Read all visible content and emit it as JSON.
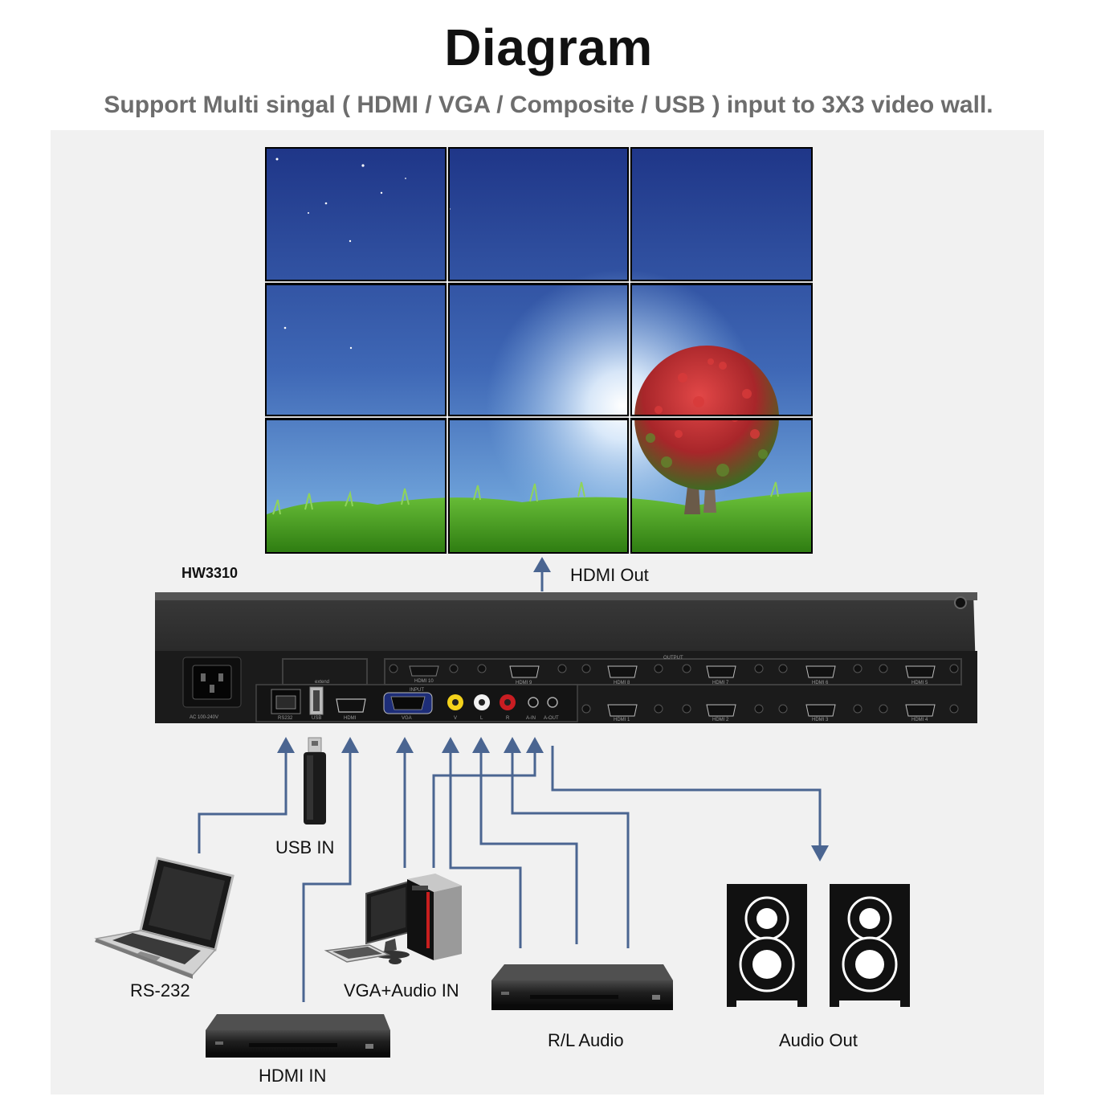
{
  "title": "Diagram",
  "subtitle": "Support Multi singal ( HDMI / VGA / Composite / USB ) input to 3X3 video wall.",
  "device": {
    "model": "HW3310",
    "power_label": "AC 100-240V",
    "input_group_label": "INPUT",
    "output_group_label": "OUTPUT",
    "extend_label": "extend",
    "ports": {
      "rs232": "RS232",
      "usb": "USB",
      "hdmi": "HDMI",
      "vga": "VGA",
      "v": "V",
      "l": "L",
      "r": "R",
      "a_in": "A-IN",
      "a_out": "A-OUT"
    },
    "outputs": [
      "HDMI 10",
      "HDMI 9",
      "HDMI 8",
      "HDMI 7",
      "HDMI 6",
      "HDMI 5",
      "HDMI 1",
      "HDMI 2",
      "HDMI 3",
      "HDMI 4"
    ]
  },
  "labels": {
    "hdmi_out": "HDMI Out",
    "usb_in": "USB IN",
    "rs232": "RS-232",
    "vga_audio_in": "VGA+Audio IN",
    "hdmi_in": "HDMI IN",
    "rl_audio": "R/L Audio",
    "audio_out": "Audio Out"
  },
  "colors": {
    "arrow": "#4a6591",
    "sky_top": "#233b8f",
    "sky_bottom": "#6aa6dc",
    "grass": "#3f9a1e",
    "device": "#2b2b2b",
    "panel_bg": "#f1f1f1"
  }
}
